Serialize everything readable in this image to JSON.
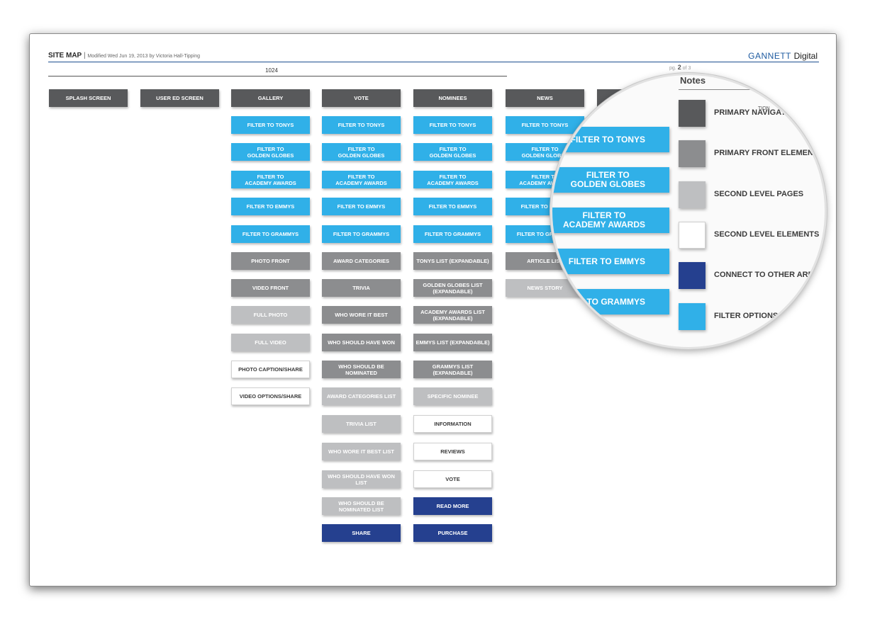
{
  "header": {
    "title": "SITE MAP",
    "separator": "|",
    "modified": "Modified Wed Jun 19, 2013 by Victoria Hall-Tipping",
    "brand_main": "GANNETT",
    "brand_sub": "Digital",
    "page_prefix": "pg.",
    "page_current": "2",
    "page_suffix": "of 3",
    "width_label": "1024"
  },
  "colors": {
    "primary_navigation": "#58595b",
    "primary_front_elements": "#8c8d8f",
    "second_level_pages": "#bebfc1",
    "second_level_elements": "#ffffff",
    "connect_to_other_areas": "#25408f",
    "filter_options": "#30b0e8"
  },
  "columns": [
    {
      "items": [
        {
          "label": "SPLASH SCREEN",
          "type": "primary"
        }
      ]
    },
    {
      "items": [
        {
          "label": "USER ED SCREEN",
          "type": "primary"
        }
      ]
    },
    {
      "items": [
        {
          "label": "GALLERY",
          "type": "primary"
        },
        {
          "label": "FILTER TO TONYS",
          "type": "filter"
        },
        {
          "label": "FILTER TO\nGOLDEN GLOBES",
          "type": "filter"
        },
        {
          "label": "FILTER TO\nACADEMY AWARDS",
          "type": "filter"
        },
        {
          "label": "FILTER TO EMMYS",
          "type": "filter"
        },
        {
          "label": "FILTER TO GRAMMYS",
          "type": "filter"
        },
        {
          "label": "PHOTO FRONT",
          "type": "front"
        },
        {
          "label": "VIDEO FRONT",
          "type": "front"
        },
        {
          "label": "FULL PHOTO",
          "type": "second"
        },
        {
          "label": "FULL VIDEO",
          "type": "second"
        },
        {
          "label": "PHOTO CAPTION/SHARE",
          "type": "element"
        },
        {
          "label": "VIDEO OPTIONS/SHARE",
          "type": "element"
        }
      ]
    },
    {
      "items": [
        {
          "label": "VOTE",
          "type": "primary"
        },
        {
          "label": "FILTER TO TONYS",
          "type": "filter"
        },
        {
          "label": "FILTER TO\nGOLDEN GLOBES",
          "type": "filter"
        },
        {
          "label": "FILTER TO\nACADEMY AWARDS",
          "type": "filter"
        },
        {
          "label": "FILTER TO EMMYS",
          "type": "filter"
        },
        {
          "label": "FILTER TO GRAMMYS",
          "type": "filter"
        },
        {
          "label": "AWARD CATEGORIES",
          "type": "front"
        },
        {
          "label": "TRIVIA",
          "type": "front"
        },
        {
          "label": "WHO WORE IT BEST",
          "type": "front"
        },
        {
          "label": "WHO SHOULD HAVE WON",
          "type": "front"
        },
        {
          "label": "WHO SHOULD BE\nNOMINATED",
          "type": "front"
        },
        {
          "label": "AWARD CATEGORIES LIST",
          "type": "second"
        },
        {
          "label": "TRIVIA LIST",
          "type": "second"
        },
        {
          "label": "WHO WORE IT BEST LIST",
          "type": "second"
        },
        {
          "label": "WHO SHOULD HAVE WON\nLIST",
          "type": "second"
        },
        {
          "label": "WHO SHOULD BE\nNOMINATED LIST",
          "type": "second"
        },
        {
          "label": "SHARE",
          "type": "connect"
        }
      ]
    },
    {
      "items": [
        {
          "label": "NOMINEES",
          "type": "primary"
        },
        {
          "label": "FILTER TO TONYS",
          "type": "filter"
        },
        {
          "label": "FILTER TO\nGOLDEN GLOBES",
          "type": "filter"
        },
        {
          "label": "FILTER TO\nACADEMY AWARDS",
          "type": "filter"
        },
        {
          "label": "FILTER TO EMMYS",
          "type": "filter"
        },
        {
          "label": "FILTER TO GRAMMYS",
          "type": "filter"
        },
        {
          "label": "TONYS LIST (EXPANDABLE)",
          "type": "front"
        },
        {
          "label": "GOLDEN GLOBES LIST\n(EXPANDABLE)",
          "type": "front"
        },
        {
          "label": "ACADEMY AWARDS LIST\n(EXPANDABLE)",
          "type": "front"
        },
        {
          "label": "EMMYS LIST (EXPANDABLE)",
          "type": "front"
        },
        {
          "label": "GRAMMYS LIST\n(EXPANDABLE)",
          "type": "front"
        },
        {
          "label": "SPECIFIC NOMINEE",
          "type": "second"
        },
        {
          "label": "INFORMATION",
          "type": "element"
        },
        {
          "label": "REVIEWS",
          "type": "element"
        },
        {
          "label": "VOTE",
          "type": "element"
        },
        {
          "label": "READ MORE",
          "type": "connect"
        },
        {
          "label": "PURCHASE",
          "type": "connect"
        }
      ]
    },
    {
      "items": [
        {
          "label": "NEWS",
          "type": "primary"
        },
        {
          "label": "FILTER TO TONYS",
          "type": "filter"
        },
        {
          "label": "FILTER TO\nGOLDEN GLOBES",
          "type": "filter"
        },
        {
          "label": "FILTER TO\nACADEMY AWARDS",
          "type": "filter"
        },
        {
          "label": "FILTER TO EMMYS",
          "type": "filter"
        },
        {
          "label": "FILTER TO GRAMMYS",
          "type": "filter"
        },
        {
          "label": "ARTICLE LIST",
          "type": "front"
        },
        {
          "label": "NEWS STORY",
          "type": "second"
        }
      ]
    },
    {
      "items": [
        {
          "label": "",
          "type": "primary"
        }
      ]
    }
  ],
  "magnifier": {
    "boxes": [
      {
        "label": "FILTER TO TONYS",
        "type": "filter"
      },
      {
        "label": "FILTER TO\nGOLDEN GLOBES",
        "type": "filter"
      },
      {
        "label": "FILTER TO\nACADEMY AWARDS",
        "type": "filter"
      },
      {
        "label": "FILTER TO EMMYS",
        "type": "filter"
      },
      {
        "label": "FILTER TO GRAMMYS",
        "type": "filter"
      }
    ],
    "notes_title": "Notes",
    "tiny_text": "TION",
    "legend": [
      {
        "label": "PRIMARY NAVIGATION",
        "type": "primary"
      },
      {
        "label": "PRIMARY FRONT ELEMENTS",
        "type": "front"
      },
      {
        "label": "SECOND LEVEL PAGES",
        "type": "second"
      },
      {
        "label": "SECOND LEVEL ELEMENTS",
        "type": "element"
      },
      {
        "label": "CONNECT TO OTHER AREAS",
        "type": "connect"
      },
      {
        "label": "FILTER OPTIONS",
        "type": "filter"
      }
    ]
  }
}
